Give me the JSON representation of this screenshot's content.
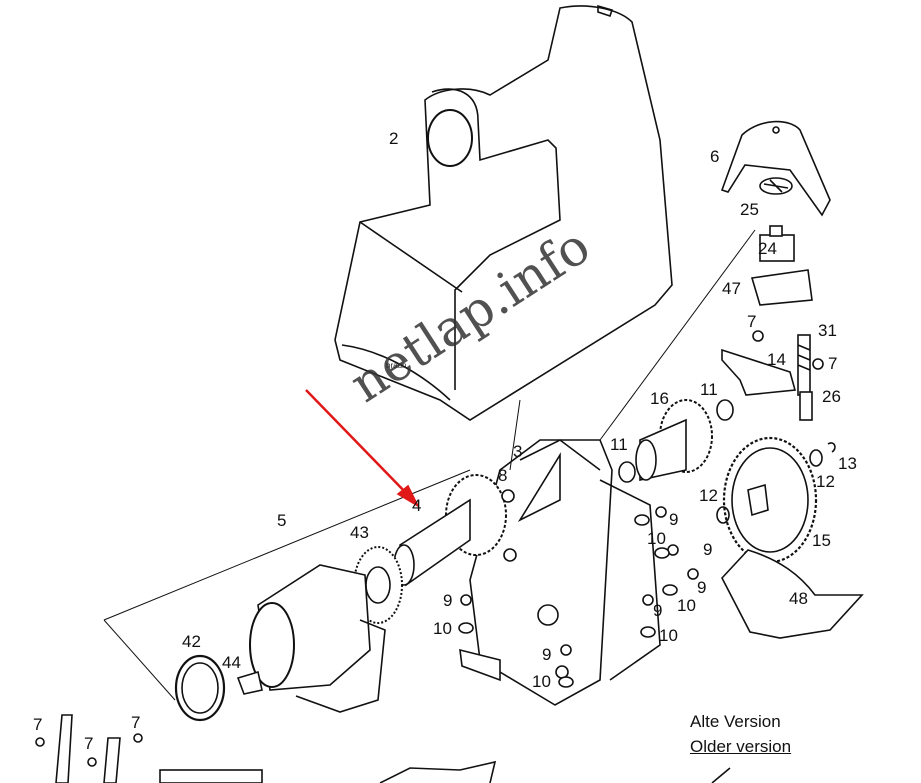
{
  "watermark": "netlap.info",
  "version_label": {
    "line1": "Alte Version",
    "line2": "Older version"
  },
  "housing_logo": "braun",
  "part_labels": [
    "2",
    "6",
    "25",
    "24",
    "47",
    "7",
    "31",
    "14",
    "7",
    "11",
    "16",
    "26",
    "3",
    "11",
    "8",
    "13",
    "12",
    "15",
    "4",
    "12",
    "5",
    "43",
    "10",
    "9",
    "10",
    "9",
    "9",
    "10",
    "9",
    "10",
    "48",
    "9",
    "10",
    "42",
    "44",
    "9",
    "10",
    "7",
    "7",
    "7"
  ]
}
